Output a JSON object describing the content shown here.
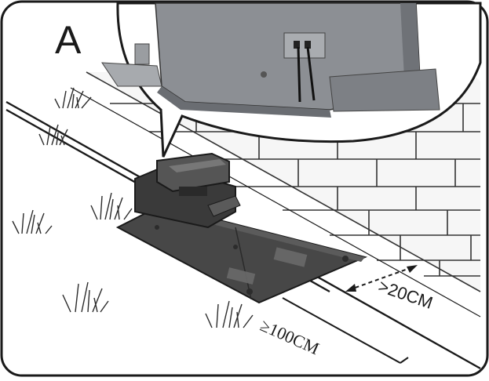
{
  "diagram": {
    "callout_letter": "A",
    "side_clearance": ">20CM",
    "front_clearance": "≥100CM",
    "colors": {
      "outline": "#1a1a1a",
      "station_dark": "#3a3a3a",
      "station_mid": "#555555",
      "plate": "#4a4a4a",
      "gate_motor": "#8c8f94",
      "brick_line": "#333333",
      "background": "#ffffff"
    },
    "icons": [
      "charging-station-icon",
      "gate-motor-icon",
      "grass-tuft-icon",
      "brick-wall-icon"
    ]
  }
}
